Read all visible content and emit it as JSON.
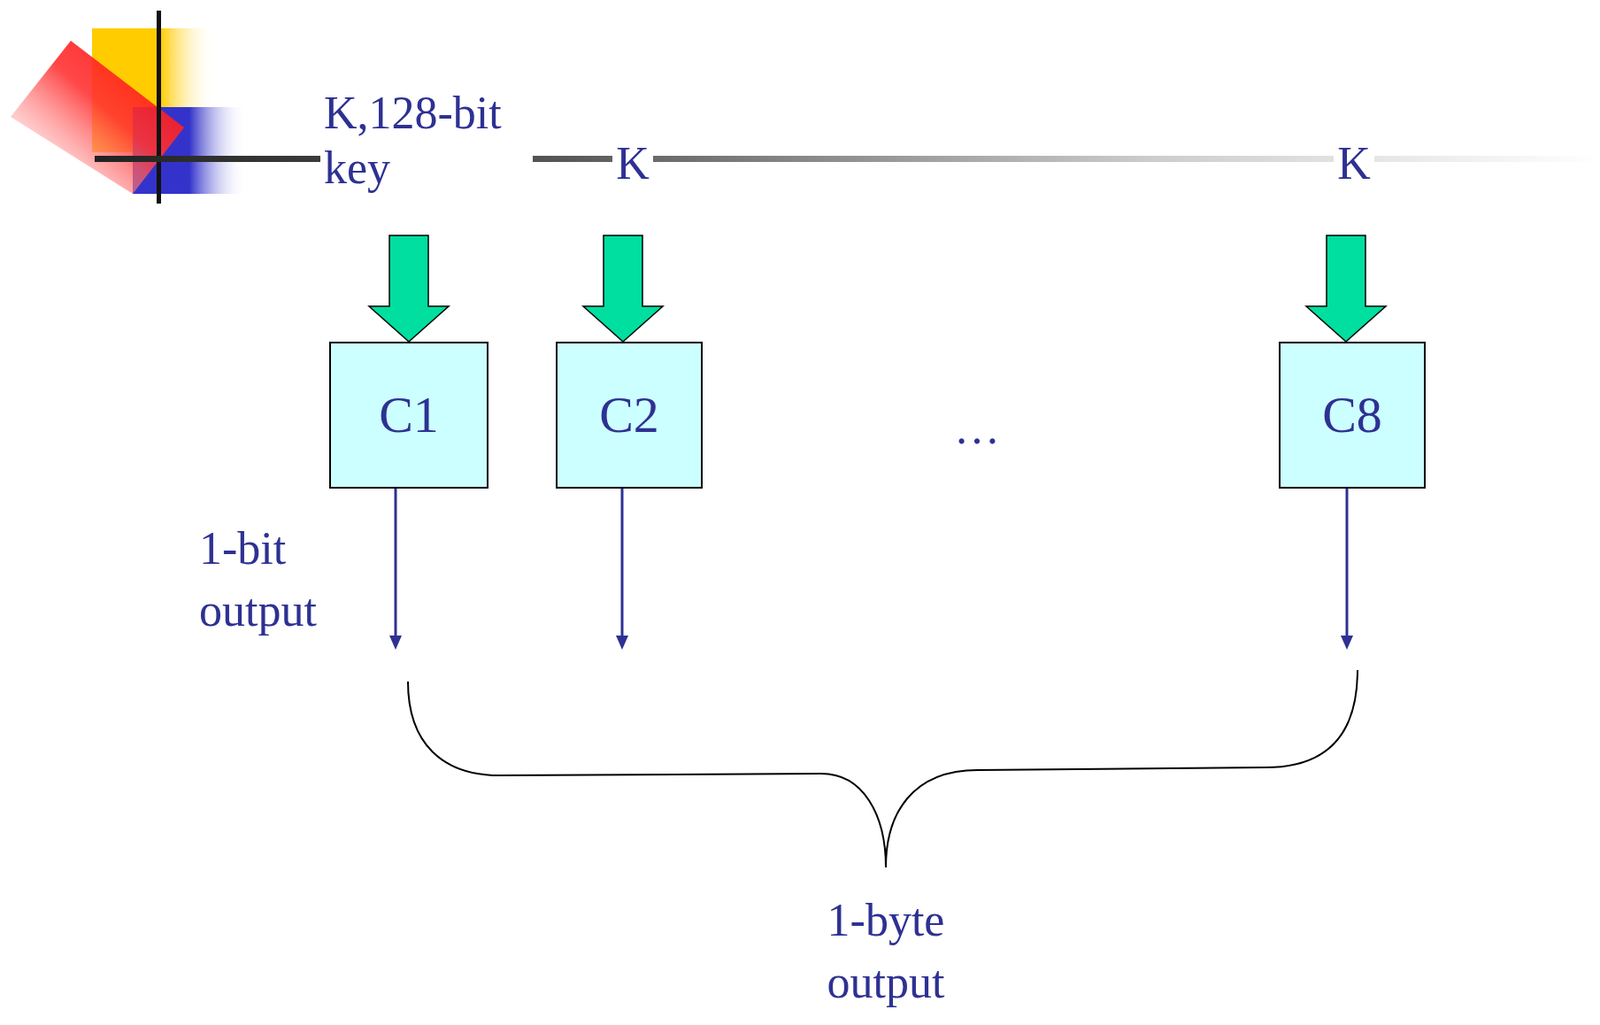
{
  "diagram": {
    "nodes": [
      {
        "text": [
          "C1"
        ]
      },
      {
        "text": [
          "C2"
        ]
      },
      {
        "text": [
          "C8"
        ]
      }
    ],
    "labels": [
      "K,128-bit key",
      "K",
      "K",
      "…",
      "1-bit output",
      "1-byte output"
    ]
  }
}
